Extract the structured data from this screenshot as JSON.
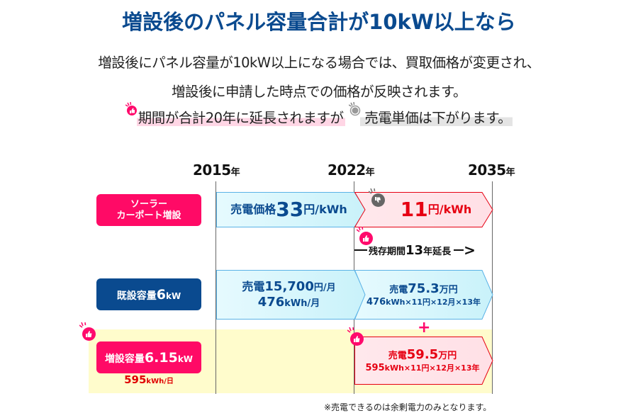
{
  "header": {
    "title": "増設後のパネル容量合計が10kW以上なら"
  },
  "description": {
    "line1": "増設後にパネル容量が10kW以上になる場合では、買取価格が変更され、",
    "line2": "増設後に申請した時点での価格が反映されます。",
    "line3_positive": "期間が合計20年に延長されますが",
    "line3_negative": "売電単価は下がります。"
  },
  "icons": {
    "positive": "thumbs-up-icon",
    "negative": "thumbs-down-icon",
    "positive_color": "#ff0a6c",
    "negative_color": "#666666"
  },
  "timeline": {
    "years": [
      {
        "year": "2015",
        "suffix": "年"
      },
      {
        "year": "2022",
        "suffix": "年"
      },
      {
        "year": "2035",
        "suffix": "年"
      }
    ]
  },
  "rows": {
    "solar": {
      "label_line1": "ソーラー",
      "label_line2": "カーポート増設",
      "before": {
        "prefix": "売電価格",
        "value": "33",
        "unit": "円/kWh"
      },
      "after": {
        "value": "11",
        "unit": "円/kWh"
      },
      "extension": {
        "prefix": "残存期間",
        "value": "13",
        "suffix": "年延長"
      }
    },
    "existing": {
      "label_prefix": "既設容量",
      "label_value": "6",
      "label_unit": "kW",
      "before": {
        "line1_prefix": "売電",
        "line1_value": "15,700",
        "line1_unit": "円/月",
        "line2_value": "476",
        "line2_unit": "kWh/月"
      },
      "after": {
        "line1_prefix": "売電",
        "line1_value": "75.3",
        "line1_unit": "万円",
        "formula_kwh": "476",
        "formula_kwh_unit": "kWh",
        "formula_rest": "×11円×12月×13年"
      }
    },
    "plus": "+",
    "added": {
      "label_prefix": "増設容量",
      "label_value": "6.15",
      "label_unit": "kW",
      "daily_value": "595",
      "daily_unit": "kWh/日",
      "after": {
        "line1_prefix": "売電",
        "line1_value": "59.5",
        "line1_unit": "万円",
        "formula_kwh": "595",
        "formula_kwh_unit": "kWh",
        "formula_rest": "×11円×12月×13年"
      }
    }
  },
  "colors": {
    "title_blue": "#0a4a8f",
    "brand_pink": "#ff0a66",
    "sale_red": "#e60012",
    "blue_fill": "#d4f5fb",
    "red_fill": "#ffe4e8",
    "yellow_band": "#fffccc"
  },
  "footnote": "※売電できるのは余剰電力のみとなります。"
}
